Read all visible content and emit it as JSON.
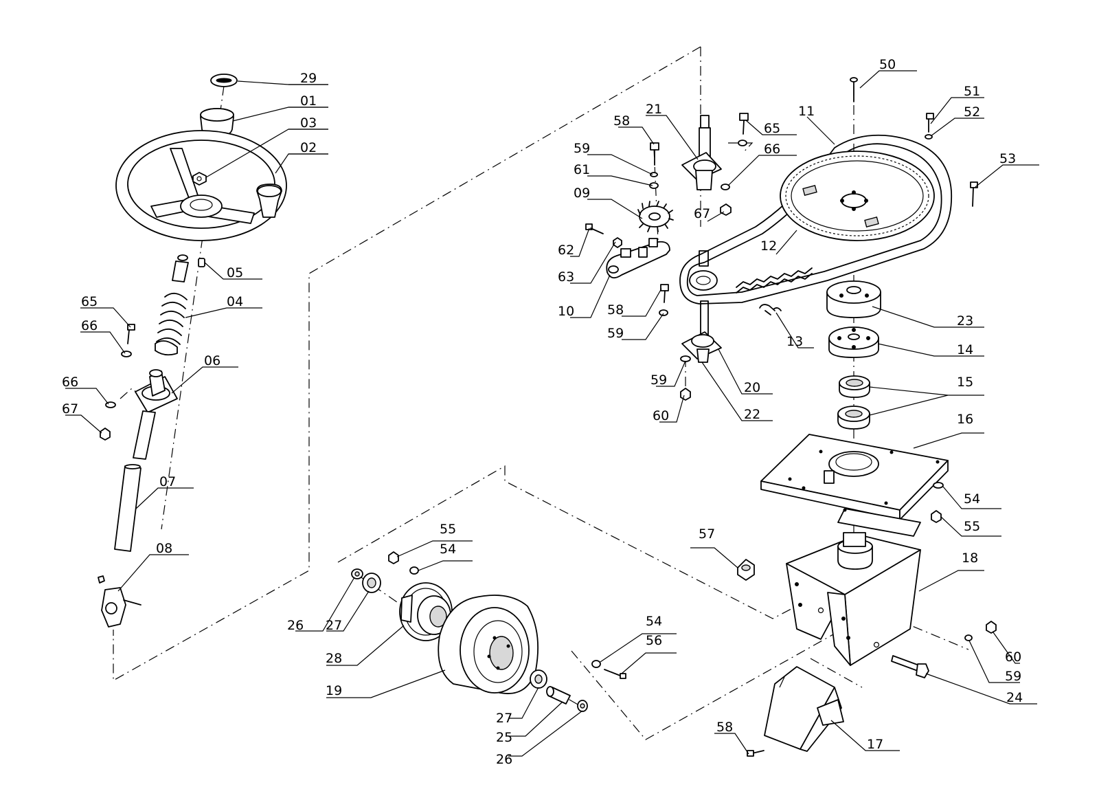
{
  "callouts": [
    {
      "id": "29",
      "text": "29"
    },
    {
      "id": "01",
      "text": "01"
    },
    {
      "id": "03",
      "text": "03"
    },
    {
      "id": "02",
      "text": "02"
    },
    {
      "id": "05",
      "text": "05"
    },
    {
      "id": "04",
      "text": "04"
    },
    {
      "id": "65a",
      "text": "65"
    },
    {
      "id": "66a",
      "text": "66"
    },
    {
      "id": "06",
      "text": "06"
    },
    {
      "id": "66b",
      "text": "66"
    },
    {
      "id": "67a",
      "text": "67"
    },
    {
      "id": "07",
      "text": "07"
    },
    {
      "id": "08",
      "text": "08"
    },
    {
      "id": "58a",
      "text": "58"
    },
    {
      "id": "21",
      "text": "21"
    },
    {
      "id": "65b",
      "text": "65"
    },
    {
      "id": "66c",
      "text": "66"
    },
    {
      "id": "59a",
      "text": "59"
    },
    {
      "id": "61",
      "text": "61"
    },
    {
      "id": "09",
      "text": "09"
    },
    {
      "id": "67b",
      "text": "67"
    },
    {
      "id": "62",
      "text": "62"
    },
    {
      "id": "63",
      "text": "63"
    },
    {
      "id": "10",
      "text": "10"
    },
    {
      "id": "58b",
      "text": "58"
    },
    {
      "id": "59b",
      "text": "59"
    },
    {
      "id": "59c",
      "text": "59"
    },
    {
      "id": "60a",
      "text": "60"
    },
    {
      "id": "20",
      "text": "20"
    },
    {
      "id": "22",
      "text": "22"
    },
    {
      "id": "11",
      "text": "11"
    },
    {
      "id": "12",
      "text": "12"
    },
    {
      "id": "13",
      "text": "13"
    },
    {
      "id": "50",
      "text": "50"
    },
    {
      "id": "51",
      "text": "51"
    },
    {
      "id": "52",
      "text": "52"
    },
    {
      "id": "53",
      "text": "53"
    },
    {
      "id": "23",
      "text": "23"
    },
    {
      "id": "14",
      "text": "14"
    },
    {
      "id": "15",
      "text": "15"
    },
    {
      "id": "16",
      "text": "16"
    },
    {
      "id": "54a",
      "text": "54"
    },
    {
      "id": "55a",
      "text": "55"
    },
    {
      "id": "57",
      "text": "57"
    },
    {
      "id": "18",
      "text": "18"
    },
    {
      "id": "60b",
      "text": "60"
    },
    {
      "id": "59d",
      "text": "59"
    },
    {
      "id": "24",
      "text": "24"
    },
    {
      "id": "17",
      "text": "17"
    },
    {
      "id": "58c",
      "text": "58"
    },
    {
      "id": "55b",
      "text": "55"
    },
    {
      "id": "54b",
      "text": "54"
    },
    {
      "id": "26a",
      "text": "26"
    },
    {
      "id": "27a",
      "text": "27"
    },
    {
      "id": "28",
      "text": "28"
    },
    {
      "id": "19",
      "text": "19"
    },
    {
      "id": "54c",
      "text": "54"
    },
    {
      "id": "56",
      "text": "56"
    },
    {
      "id": "27b",
      "text": "27"
    },
    {
      "id": "25",
      "text": "25"
    },
    {
      "id": "26b",
      "text": "26"
    }
  ]
}
